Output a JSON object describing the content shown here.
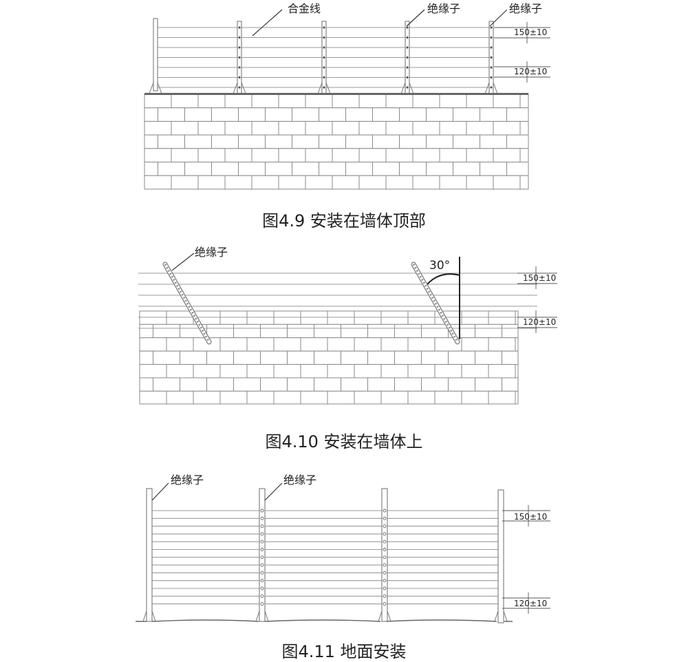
{
  "figures": [
    {
      "caption": "图4.9 安装在墙体顶部",
      "labels": [
        "合金线",
        "绝缘子",
        "绝缘子"
      ],
      "dims": [
        "150±10",
        "120±10"
      ]
    },
    {
      "caption": "图4.10 安装在墙体上",
      "labels": [
        "绝缘子"
      ],
      "angle": "30°",
      "dims": [
        "150±10",
        "120±10"
      ]
    },
    {
      "caption": "图4.11 地面安装",
      "labels": [
        "绝缘子",
        "绝缘子"
      ],
      "dims": [
        "150±10",
        "120±10"
      ]
    }
  ]
}
